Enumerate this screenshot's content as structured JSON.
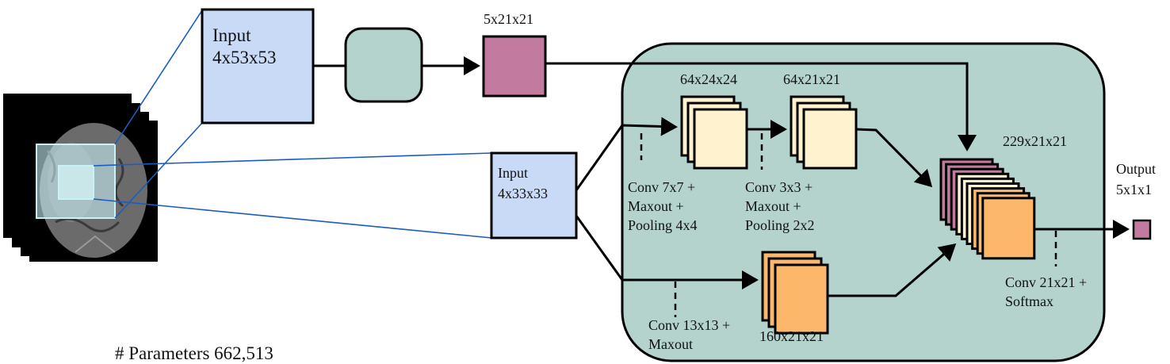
{
  "colors": {
    "input": "#c9daf6",
    "container": "#b4d3cd",
    "pink": "#c27a9e",
    "cream": "#fff2cf",
    "orange": "#fdb76b",
    "patch": "#1a5cc0"
  },
  "input_large": {
    "title": "Input",
    "dims": "4x53x53"
  },
  "input_small": {
    "title": "Input",
    "dims": "4x33x33"
  },
  "first_cnn_output": {
    "dims": "5x21x21"
  },
  "local_path": {
    "layer1": {
      "dims": "64x24x24",
      "op": [
        "Conv 7x7 +",
        "Maxout +",
        "Pooling 4x4"
      ]
    },
    "layer2": {
      "dims": "64x21x21",
      "op": [
        "Conv 3x3 +",
        "Maxout +",
        "Pooling 2x2"
      ]
    }
  },
  "global_path": {
    "dims": "160x21x21",
    "op": [
      "Conv 13x13 +",
      "Maxout"
    ]
  },
  "concat": {
    "dims": "229x21x21"
  },
  "final": {
    "op": [
      "Conv 21x21 +",
      "Softmax"
    ]
  },
  "output": {
    "title": "Output",
    "dims": "5x1x1"
  },
  "parameters": "# Parameters 662,513"
}
